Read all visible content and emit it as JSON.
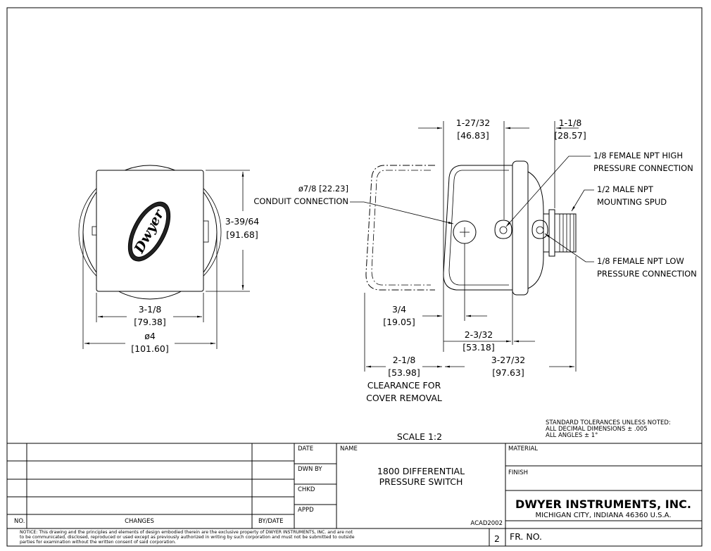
{
  "drawing": {
    "left_view": {
      "logo_text": "Dwyer",
      "dims": {
        "height": "3-39/64",
        "height_mm": "[91.68]",
        "width": "3-1/8",
        "width_mm": "[79.38]",
        "diameter": "ø4",
        "diameter_mm": "[101.60]"
      }
    },
    "side_view": {
      "dims": {
        "depth_a": "1-27/32",
        "depth_a_mm": "[46.83]",
        "depth_b": "1-1/8",
        "depth_b_mm": "[28.57]",
        "offset_a": "3/4",
        "offset_a_mm": "[19.05]",
        "offset_b": "2-3/32",
        "offset_b_mm": "[53.18]",
        "clearance": "2-1/8",
        "clearance_mm": "[53.98]",
        "overall": "3-27/32",
        "overall_mm": "[97.63]"
      },
      "callouts": {
        "conduit_1": "ø7/8 [22.23]",
        "conduit_2": "CONDUIT CONNECTION",
        "high_1": "1/8 FEMALE NPT HIGH",
        "high_2": "PRESSURE CONNECTION",
        "spud_1": "1/2 MALE NPT",
        "spud_2": "MOUNTING SPUD",
        "low_1": "1/8 FEMALE NPT LOW",
        "low_2": "PRESSURE CONNECTION",
        "clear_1": "CLEARANCE FOR",
        "clear_2": "COVER REMOVAL"
      }
    },
    "tolerances": {
      "line1": "STANDARD TOLERANCES UNLESS NOTED:",
      "line2": "ALL DECIMAL DIMENSIONS  ± .005",
      "line3": "ALL ANGLES ± 1°"
    },
    "scale": "SCALE 1:2"
  },
  "title_block": {
    "no_label": "NO.",
    "changes_label": "CHANGES",
    "bydate_label": "BY/DATE",
    "date_label": "DATE",
    "dwn_label": "DWN BY",
    "chkd_label": "CHKD",
    "appd_label": "APPD",
    "name_label": "NAME",
    "name_line1": "1800 DIFFERENTIAL",
    "name_line2": "PRESSURE SWITCH",
    "acad": "ACAD2002",
    "sheet_no": "2",
    "material_label": "MATERIAL",
    "finish_label": "FINISH",
    "company": "DWYER INSTRUMENTS, INC.",
    "address": "MICHIGAN  CITY,  INDIANA  46360   U.S.A.",
    "fr_no": "FR.  NO.",
    "notice1": "NOTICE: This drawing and the principles and elements of design embodied therein are the exclusive property of DWYER INSTRUMENTS, INC. and are not",
    "notice2": "to be communicated, disclosed, reproduced or used except as previously authorized in writing by such corporation and must not be submitted to outside",
    "notice3": "parties for examination without the written consent of said corporation."
  }
}
